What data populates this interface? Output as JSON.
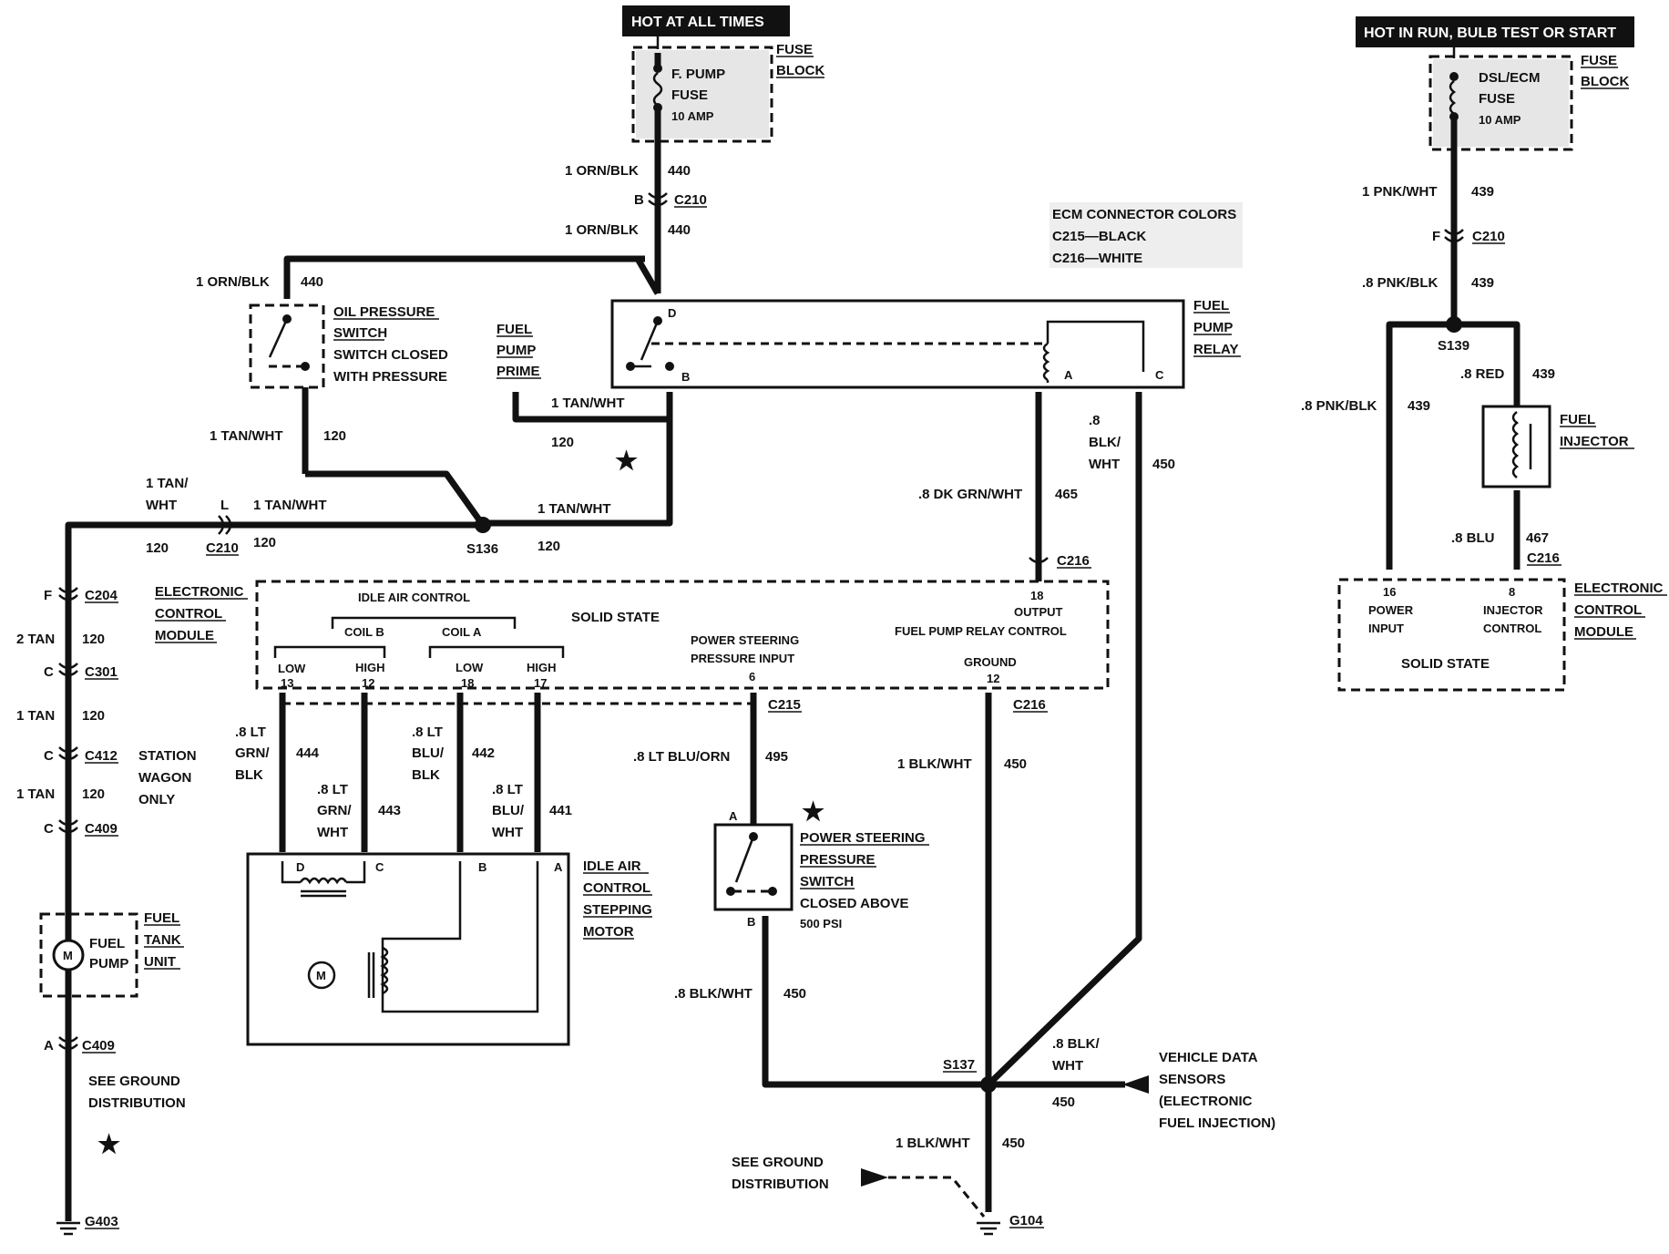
{
  "headers": {
    "hot_at_all_times": "HOT AT ALL TIMES",
    "hot_in_run": "HOT IN RUN, BULB TEST OR START"
  },
  "fuse_block_left": {
    "fuse_line1": "F. PUMP",
    "fuse_line2": "FUSE",
    "amp": "10 AMP",
    "block_line1": "FUSE",
    "block_line2": "BLOCK"
  },
  "fuse_block_right": {
    "fuse_line1": "DSL/ECM",
    "fuse_line2": "FUSE",
    "amp": "10 AMP",
    "block_line1": "FUSE",
    "block_line2": "BLOCK"
  },
  "ecm_colors": {
    "title": "ECM CONNECTOR COLORS",
    "line1": "C215—BLACK",
    "line2": "C216—WHITE"
  },
  "wires": {
    "orn_blk_1": "1 ORN/BLK",
    "n440": "440",
    "c210": "C210",
    "pin_b": "B",
    "pin_f": "F",
    "pin_l": "L",
    "pin_c": "C",
    "pin_a": "A",
    "pin_d": "D",
    "tan_wht_1": "1 TAN/WHT",
    "n120": "120",
    "tan_wht_split1": "1 TAN/",
    "tan_wht_split2": "WHT",
    "s136": "S136",
    "c204": "C204",
    "two_tan": "2 TAN",
    "c301": "C301",
    "one_tan": "1 TAN",
    "c412": "C412",
    "c409": "C409",
    "g403": "G403",
    "dk_grn_wht": ".8 DK GRN/WHT",
    "n465": "465",
    "blk_wht_8a": ".8",
    "blk_wht_8b": "BLK/",
    "blk_wht_8c": "WHT",
    "n450": "450",
    "c216": "C216",
    "c215": "C215",
    "lt_blu_orn": ".8 LT BLU/ORN",
    "n495": "495",
    "blk_wht_1": "1 BLK/WHT",
    "blk_wht_8": ".8 BLK/WHT",
    "s137": "S137",
    "g104": "G104",
    "blk_wht_8s_a": ".8 BLK/",
    "blk_wht_8s_b": "WHT",
    "w444_a": ".8 LT",
    "w444_b": "GRN/",
    "w444_c": "BLK",
    "n444": "444",
    "w443_a": ".8 LT",
    "w443_b": "GRN/",
    "w443_c": "WHT",
    "n443": "443",
    "w442_a": ".8 LT",
    "w442_b": "BLU/",
    "w442_c": "BLK",
    "n442": "442",
    "w441_a": ".8 LT",
    "w441_b": "BLU/",
    "w441_c": "WHT",
    "n441": "441",
    "pnk_wht_1": "1 PNK/WHT",
    "n439": "439",
    "pnk_blk_8": ".8 PNK/BLK",
    "s139": "S139",
    "red_8": ".8 RED",
    "pnk_blk_8b": ".8 PNK/BLK",
    "blu_8": ".8 BLU",
    "n467": "467"
  },
  "components": {
    "oil_switch_1": "OIL PRESSURE",
    "oil_switch_2": "SWITCH",
    "oil_switch_3": "SWITCH CLOSED",
    "oil_switch_4": "WITH PRESSURE",
    "prime_1": "FUEL",
    "prime_2": "PUMP",
    "prime_3": "PRIME",
    "relay_1": "FUEL",
    "relay_2": "PUMP",
    "relay_3": "RELAY",
    "ecm_1": "ELECTRONIC",
    "ecm_2": "CONTROL",
    "ecm_3": "MODULE",
    "iac_title": "IDLE AIR CONTROL",
    "solid_state": "SOLID STATE",
    "coil_b": "COIL B",
    "coil_a": "COIL A",
    "low": "LOW",
    "high": "HIGH",
    "pin13": "13",
    "pin12": "12",
    "pin18": "18",
    "pin17": "17",
    "ps_input_1": "POWER STEERING",
    "ps_input_2": "PRESSURE INPUT",
    "pin6": "6",
    "out_pin": "18",
    "out_1": "OUTPUT",
    "out_2": "FUEL PUMP RELAY CONTROL",
    "ground": "GROUND",
    "gnd_pin": "12",
    "station_1": "STATION",
    "station_2": "WAGON",
    "station_3": "ONLY",
    "fuel_tank_1": "FUEL",
    "fuel_tank_2": "TANK",
    "fuel_tank_3": "UNIT",
    "fuel_pump_1": "FUEL",
    "fuel_pump_2": "PUMP",
    "motor_m": "M",
    "iac_motor_1": "IDLE AIR",
    "iac_motor_2": "CONTROL",
    "iac_motor_3": "STEPPING",
    "iac_motor_4": "MOTOR",
    "ps_switch_1": "POWER STEERING",
    "ps_switch_2": "PRESSURE",
    "ps_switch_3": "SWITCH",
    "ps_switch_4": "CLOSED ABOVE",
    "ps_switch_5": "500 PSI",
    "see_ground_1": "SEE GROUND",
    "see_ground_2": "DISTRIBUTION",
    "vds_1": "VEHICLE DATA",
    "vds_2": "SENSORS",
    "vds_3": "(ELECTRONIC",
    "vds_4": "FUEL INJECTION)",
    "injector_1": "FUEL",
    "injector_2": "INJECTOR",
    "ecm_r_pin16": "16",
    "power_1": "POWER",
    "power_2": "INPUT",
    "ecm_r_pin8": "8",
    "inj_ctl_1": "INJECTOR",
    "inj_ctl_2": "CONTROL",
    "star": "★"
  }
}
